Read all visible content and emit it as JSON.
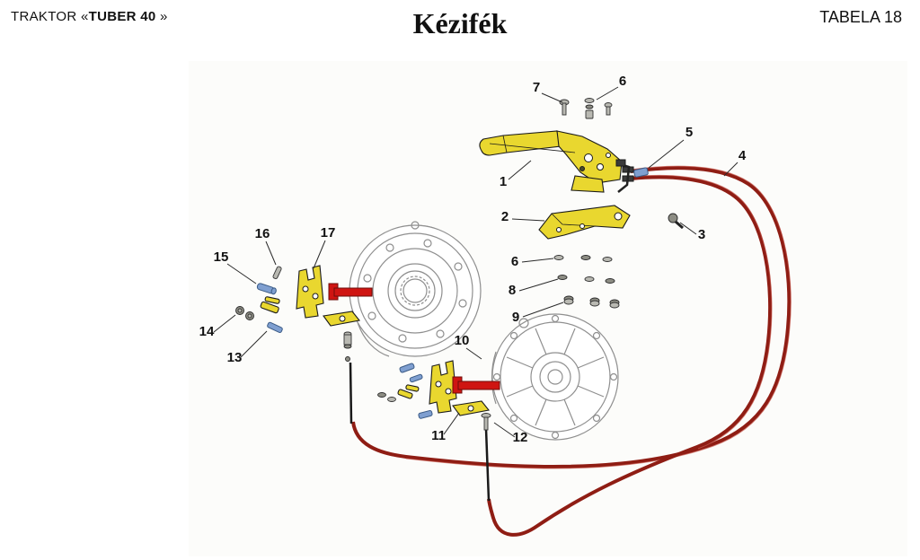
{
  "header": {
    "traktor_prefix": "TRAKTOR «",
    "traktor_model": "TUBER  40",
    "traktor_suffix": " »",
    "title": "Kézifék",
    "table_ref": "TABELA 18"
  },
  "diagram": {
    "description_visible_numbers": "Exploded parts diagram with numbered callouts",
    "callouts": [
      {
        "label": "7"
      },
      {
        "label": "6"
      },
      {
        "label": "1"
      },
      {
        "label": "5"
      },
      {
        "label": "4"
      },
      {
        "label": "2"
      },
      {
        "label": "3"
      },
      {
        "label": "16"
      },
      {
        "label": "17"
      },
      {
        "label": "15"
      },
      {
        "label": "6"
      },
      {
        "label": "8"
      },
      {
        "label": "9"
      },
      {
        "label": "14"
      },
      {
        "label": "13"
      },
      {
        "label": "10"
      },
      {
        "label": "11"
      },
      {
        "label": "12"
      }
    ]
  },
  "colors": {
    "part_yellow": "#e9d72f",
    "part_red": "#cf1512",
    "cable_red": "#8f1d14",
    "part_blue": "#7f9fd0",
    "line_gray": "#8f8f8f"
  }
}
